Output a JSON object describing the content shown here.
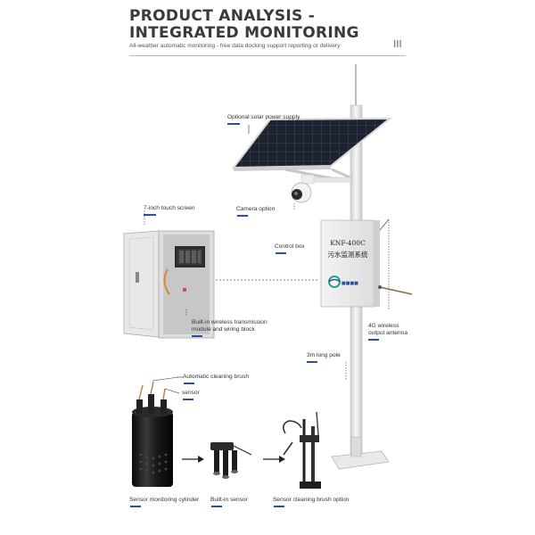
{
  "header": {
    "title_line1": "PRODUCT ANALYSIS -",
    "title_line2": "INTEGRATED MONITORING",
    "subtitle": "All-weather automatic monitoring - free data docking support reporting or delivery",
    "page_mark": "III"
  },
  "labels": {
    "solar": "Optional solar power supply",
    "camera": "Camera option",
    "touch_screen": "7-inch touch screen",
    "control_box": "Control box",
    "wireless_line1": "Built-in wireless transmission",
    "wireless_line2": "module and wiring block",
    "antenna_line1": "4G wireless",
    "antenna_line2": "output antenna",
    "pole": "3m long pole",
    "cleaning_brush": "Automatic cleaning brush",
    "sensor": "sensor",
    "cylinder": "Sensor monitoring cylinder",
    "builtin_sensor": "Built-in sensor",
    "brush_option": "Sensor cleaning brush option"
  },
  "box_text": {
    "model": "KNF-400C",
    "name": "污水监测系统"
  },
  "colors": {
    "accent": "#2a4ea0",
    "pole": "#e6e6e6",
    "panel": "#1c2230"
  }
}
